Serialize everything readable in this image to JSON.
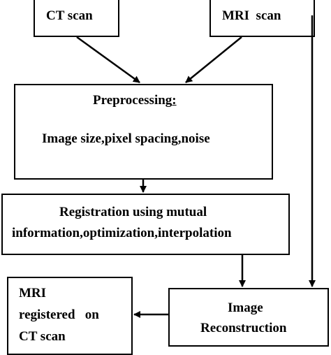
{
  "nodes": {
    "ct_scan": {
      "label": "CT scan"
    },
    "mri_scan": {
      "label": "MRI  scan"
    },
    "preprocessing": {
      "title_main": "Preprocessing",
      "title_colon": ":",
      "details": "Image size,pixel spacing,noise"
    },
    "registration": {
      "line1": "Registration using mutual",
      "line2": "information,optimization,interpolation"
    },
    "reconstruction": {
      "line1": "Image",
      "line2": "Reconstruction"
    },
    "output": {
      "line1": "MRI",
      "line2": "registered   on",
      "line3": "CT scan"
    }
  }
}
